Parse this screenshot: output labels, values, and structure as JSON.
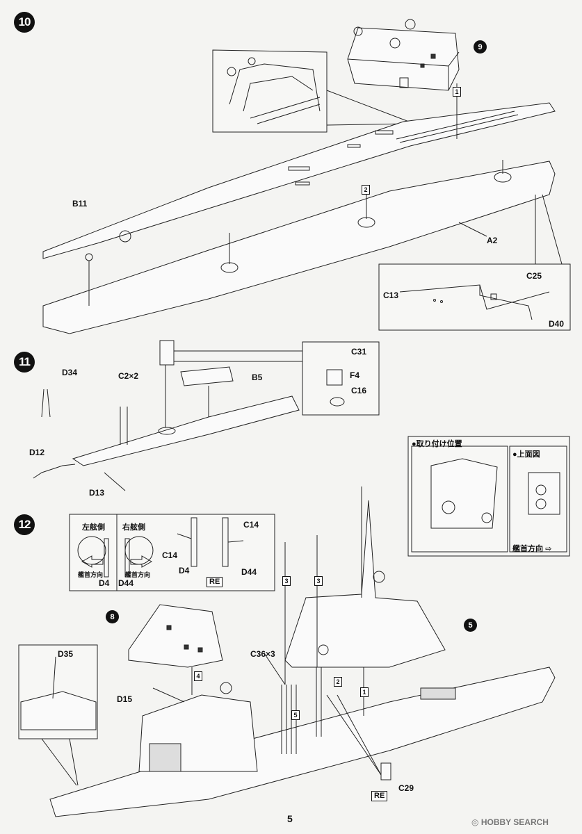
{
  "steps": {
    "s10": {
      "number": "10",
      "labels": {
        "b11": "B11",
        "a2": "A2",
        "c13": "C13",
        "c25": "C25",
        "d40": "D40"
      },
      "sub_ref": "9",
      "box_nums": [
        "1",
        "2"
      ]
    },
    "s11": {
      "number": "11",
      "labels": {
        "d34": "D34",
        "c2": "C2×2",
        "b5": "B5",
        "d12": "D12",
        "d13": "D13",
        "c31": "C31",
        "f4": "F4",
        "c16": "C16"
      }
    },
    "s12": {
      "number": "12",
      "side_left": "左舷側",
      "side_right": "右舷側",
      "bow_dir_left": "艦首方向",
      "bow_dir_right": "艦首方向",
      "d4": "D4",
      "d44": "D44",
      "detail_labels": {
        "c14a": "C14",
        "c14b": "C14",
        "d4": "D4",
        "d44": "D44",
        "re": "RE"
      },
      "labels": {
        "d35": "D35",
        "d15": "D15",
        "c36": "C36×3",
        "c29": "C29",
        "re2": "RE"
      },
      "sub_refs": [
        "8",
        "5"
      ],
      "box_nums": [
        "3",
        "3",
        "4",
        "5",
        "2",
        "1"
      ]
    }
  },
  "mount_panel": {
    "title": "取り付け位置",
    "top_view_title": "上面図",
    "bow_direction": "艦首方向"
  },
  "page_number": "5",
  "watermark": "HOBBY SEARCH"
}
